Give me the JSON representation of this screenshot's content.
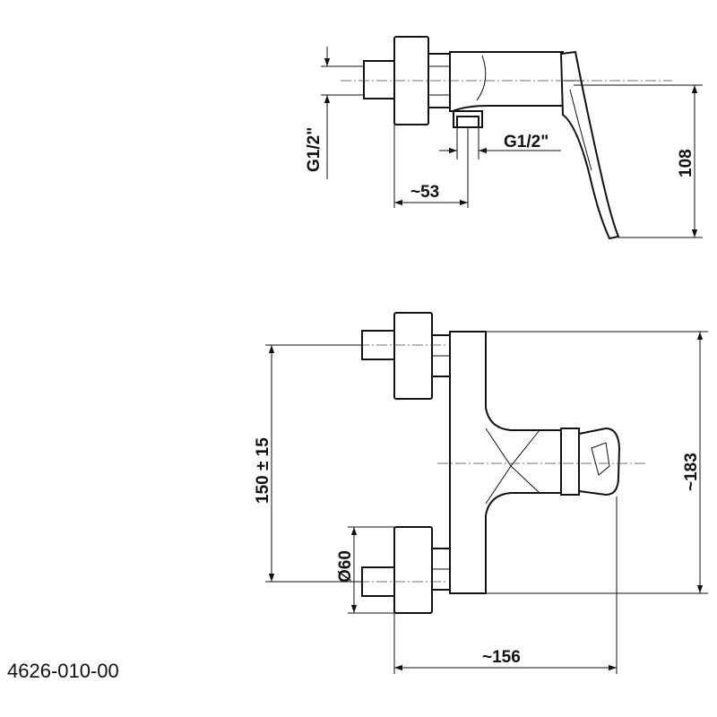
{
  "product_code": "4626-010-00",
  "top_view": {
    "dim_thread_vertical": "G1/2\"",
    "dim_thread_outlet": "G1/2\"",
    "dim_depth": "~53",
    "dim_height": "108"
  },
  "front_view": {
    "dim_inlet_spacing": "150 ± 15",
    "dim_rosette": "Ø60",
    "dim_total_height": "~183",
    "dim_total_width": "~156"
  }
}
